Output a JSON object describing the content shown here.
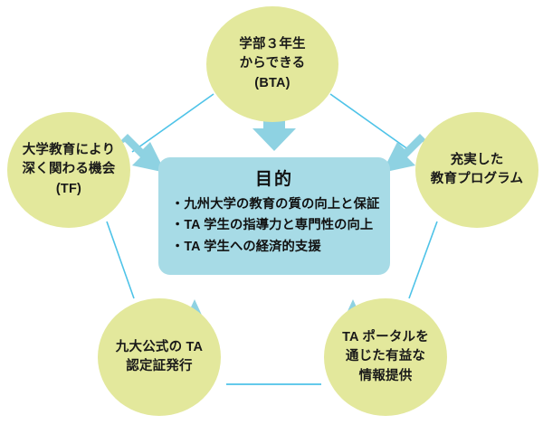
{
  "diagram": {
    "title": "目的",
    "center": {
      "heading": "目的",
      "bullets": [
        "九州大学の教育の質の向上と保証",
        "TA 学生の指導力と専門性の向上",
        "TA 学生への経済的支援"
      ]
    },
    "nodes": [
      {
        "id": "top",
        "lines": [
          "学部３年生",
          "からできる",
          "(BTA)"
        ]
      },
      {
        "id": "left",
        "lines": [
          "大学教育により",
          "深く関わる機会",
          "(TF)"
        ]
      },
      {
        "id": "right",
        "lines": [
          "充実した",
          "教育プログラム"
        ]
      },
      {
        "id": "bottom-left",
        "lines": [
          "九大公式の TA",
          "認定証発行"
        ]
      },
      {
        "id": "bottom-right",
        "lines": [
          "TA ポータルを",
          "通じた有益な",
          "情報提供"
        ]
      }
    ],
    "colors": {
      "node_fill": "#e3e89c",
      "center_fill": "#a7dbe6",
      "arrow_fill": "#8ed2e2",
      "connector_line": "#4ec3e8",
      "background": "#ffffff",
      "text": "#111111"
    }
  }
}
